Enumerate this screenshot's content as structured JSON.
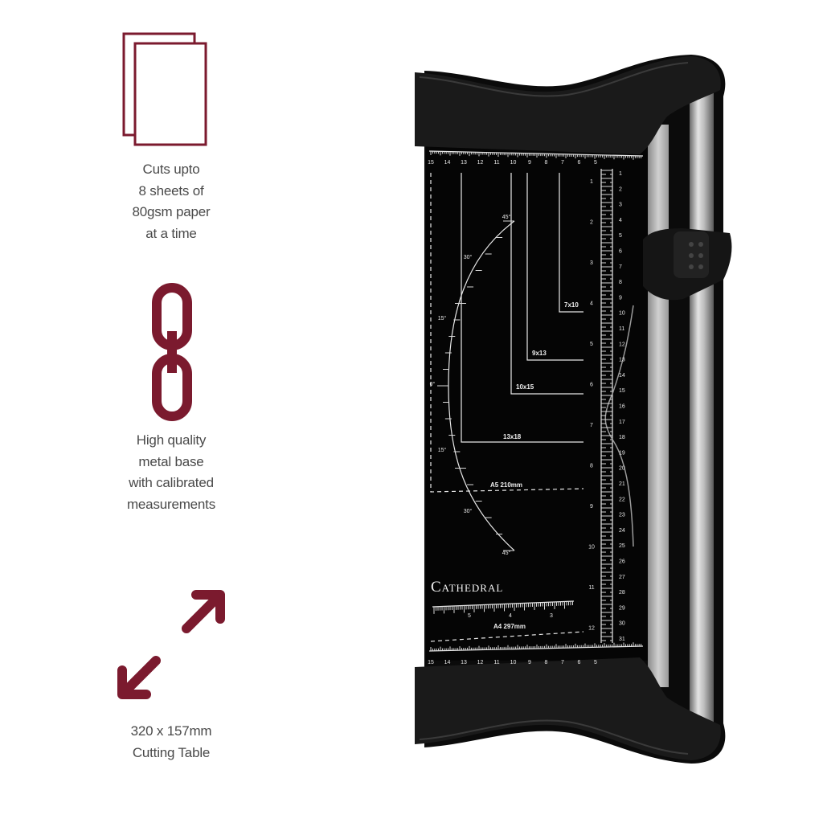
{
  "accent_color": "#7b1a2e",
  "features": [
    {
      "icon": "paper-sheets-icon",
      "lines": [
        "Cuts upto",
        "8 sheets of",
        "80gsm paper",
        "at a time"
      ]
    },
    {
      "icon": "chain-link-icon",
      "lines": [
        "High quality",
        "metal base",
        "with calibrated",
        "measurements"
      ]
    },
    {
      "icon": "diagonal-arrows-icon",
      "lines": [
        "320 x 157mm",
        "Cutting Table"
      ]
    }
  ],
  "product": {
    "brand": "Cathedral",
    "size_labels": {
      "s7x10": "7x10",
      "s9x13": "9x13",
      "s10x15": "10x15",
      "s13x18": "13x18",
      "a5": "A5  210mm",
      "a4": "A4  297mm"
    },
    "angle_labels": [
      "45°",
      "30°",
      "15°",
      "0°",
      "15°",
      "30°",
      "45°"
    ],
    "top_ruler": [
      "15",
      "14",
      "13",
      "12",
      "11",
      "10",
      "9",
      "8",
      "7",
      "6",
      "5"
    ],
    "bottom_ruler": [
      "15",
      "14",
      "13",
      "12",
      "11",
      "10",
      "9",
      "8",
      "7",
      "6",
      "5"
    ],
    "inch_scale": [
      "1",
      "2",
      "3",
      "4",
      "5",
      "6",
      "7",
      "8",
      "9",
      "10",
      "11",
      "12"
    ],
    "cm_scale": [
      "1",
      "2",
      "3",
      "4",
      "5",
      "6",
      "7",
      "8",
      "9",
      "10",
      "11",
      "12",
      "13",
      "14",
      "15",
      "16",
      "17",
      "18",
      "19",
      "20",
      "21",
      "22",
      "23",
      "24",
      "25",
      "26",
      "27",
      "28",
      "29",
      "30",
      "31"
    ],
    "small_ruler": [
      "5",
      "4",
      "3"
    ]
  }
}
